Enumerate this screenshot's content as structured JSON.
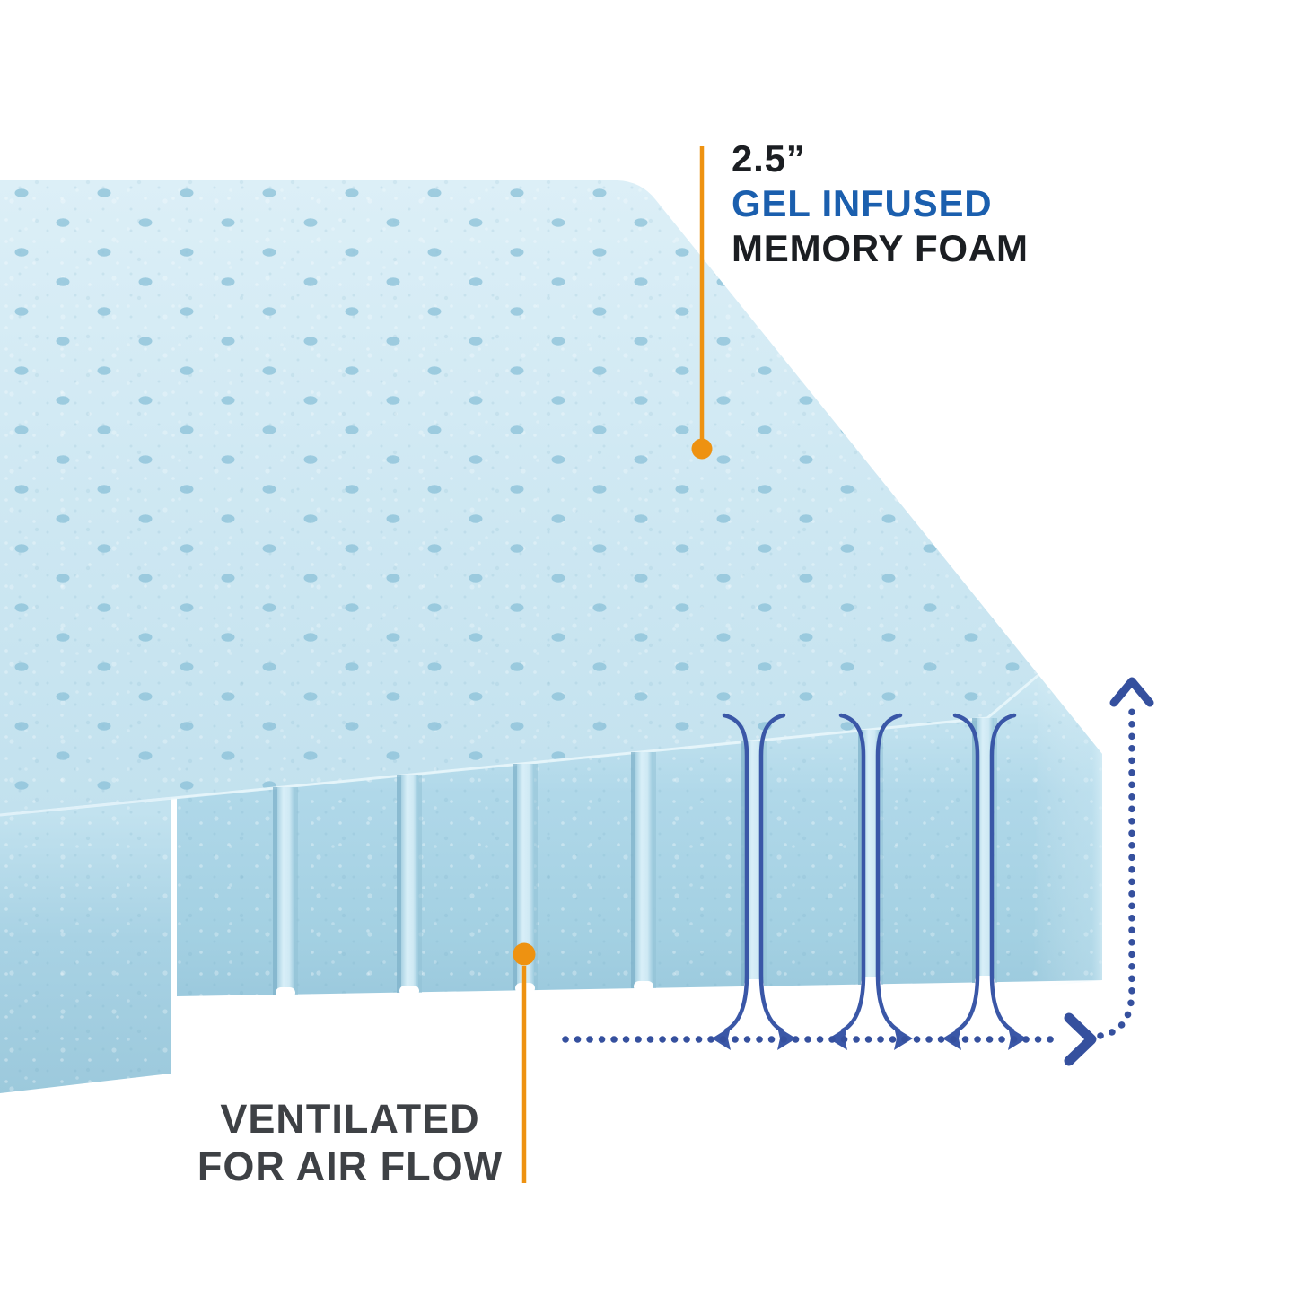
{
  "image": {
    "type": "product-feature-illustration",
    "subject": "Gel infused memory foam mattress topper cross-section"
  },
  "callouts": {
    "thickness": {
      "size_label": "2.5”",
      "feature_highlight": "GEL INFUSED",
      "feature_rest": "MEMORY FOAM"
    },
    "ventilation": {
      "line1": "VENTILATED",
      "line2": "FOR AIR FLOW"
    }
  },
  "colors": {
    "background": "#ffffff",
    "foam_top": "#d8edf6",
    "foam_front": "#aed8e9",
    "groove_ridge": "#d2ecf6",
    "hole_dot": "#8fc3d9",
    "pointer_orange": "#ee9211",
    "airflow_blue": "#3a57a7",
    "dimension_blue": "#35509e",
    "text_dark": "#1b1e22",
    "text_gray": "#3e4145",
    "text_blue": "#1b5fae"
  },
  "icons": {
    "airflow_channel_arrows": "paired-lines-splitting-into-left-right-arrows",
    "dimension_arrow": "dotted-arrow-right-then-up",
    "thickness_pointer": "orange-line-with-dot",
    "ventilation_pointer": "orange-line-with-dot"
  },
  "illustration": {
    "groove_count": 7,
    "airflow_channel_count": 3
  }
}
